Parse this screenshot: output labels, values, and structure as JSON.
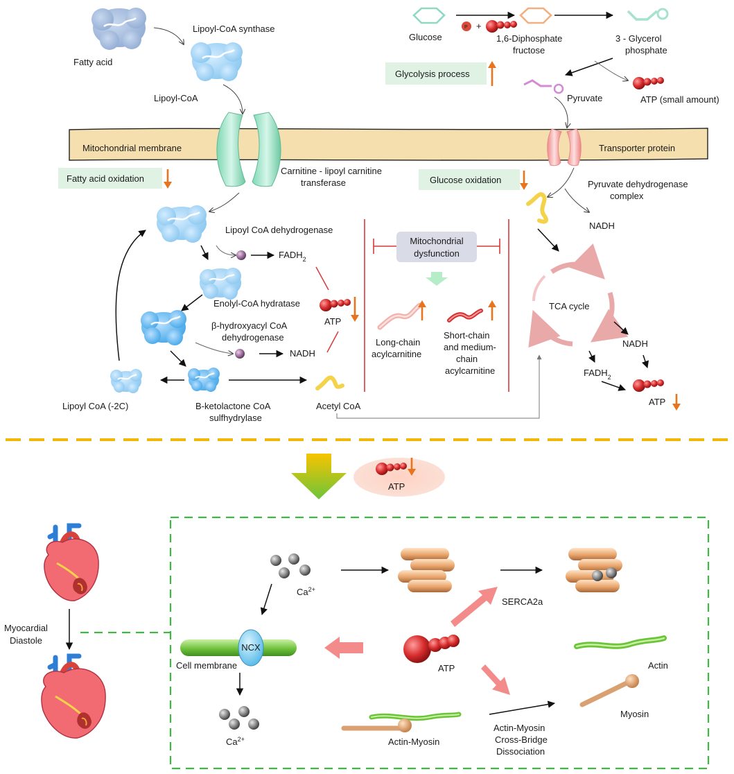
{
  "metabolism": {
    "fatty_acid": "Fatty acid",
    "lipoyl_coa_synthase": "Lipoyl-CoA synthase",
    "lipoyl_coa": "Lipoyl-CoA",
    "mitochondrial_membrane": "Mitochondrial membrane",
    "fatty_acid_oxidation": "Fatty acid oxidation",
    "carnitine_transferase_line1": "Carnitine - lipoyl carnitine",
    "carnitine_transferase_line2": "transferase",
    "lipoyl_coa_dehydrogenase": "Lipoyl CoA dehydrogenase",
    "fadh2_base": "FADH",
    "fadh2_sub": "2",
    "enoyl_coa_hydratase": "Enolyl-CoA hydratase",
    "atp": "ATP",
    "hydroxyacyl_line1": "β-hydroxyacyl CoA",
    "hydroxyacyl_line2": "dehydrogenase",
    "nadh": "NADH",
    "lipoyl_coa_2c": "Lipoyl CoA (-2C)",
    "ketolactone_line1": "B-ketolactone CoA",
    "ketolactone_line2": "sulfhydrylase",
    "acetyl_coa": "Acetyl CoA",
    "glucose": "Glucose",
    "diphosphate_line1": "1,6-Diphosphate",
    "diphosphate_line2": "fructose",
    "glycerol_line1": "3 - Glycerol",
    "glycerol_line2": "phosphate",
    "glycolysis_process": "Glycolysis process",
    "pyruvate": "Pyruvate",
    "atp_small": "ATP (small amount)",
    "transporter_protein": "Transporter protein",
    "glucose_oxidation": "Glucose oxidation",
    "pdh_line1": "Pyruvate dehydrogenase",
    "pdh_line2": "complex",
    "mito_dys_line1": "Mitochondrial",
    "mito_dys_line2": "dysfunction",
    "long_chain_line1": "Long-chain",
    "long_chain_line2": "acylcarnitine",
    "short_chain_line1": "Short-chain",
    "short_chain_line2": "and medium-",
    "short_chain_line3": "chain",
    "short_chain_line4": "acylcarnitine",
    "tca_cycle": "TCA cycle",
    "phosphate_p": "P",
    "plus": "+"
  },
  "heart": {
    "atp": "ATP",
    "myocardial_line1": "Myocardial",
    "myocardial_line2": "Diastole",
    "ca_base": "Ca",
    "ca_sup": "2+",
    "serca2a": "SERCA2a",
    "ncx": "NCX",
    "cell_membrane": "Cell membrane",
    "actin": "Actin",
    "myosin": "Myosin",
    "actin_myosin": "Actin-Myosin",
    "dissociation_line1": "Actin-Myosin",
    "dissociation_line2": "Cross-Bridge",
    "dissociation_line3": "Dissociation"
  },
  "colors": {
    "down_arrow": "#e8741e",
    "up_arrow": "#e8741e",
    "inhibition_line": "#d63a3a",
    "membrane_fill": "#f5dfae",
    "label_box_fill": "#dff2e4",
    "dys_box_fill": "#d9dce6",
    "separator": "#f2b705",
    "dashed_box": "#3cb843",
    "pink_arrow": "#f48b8b"
  }
}
